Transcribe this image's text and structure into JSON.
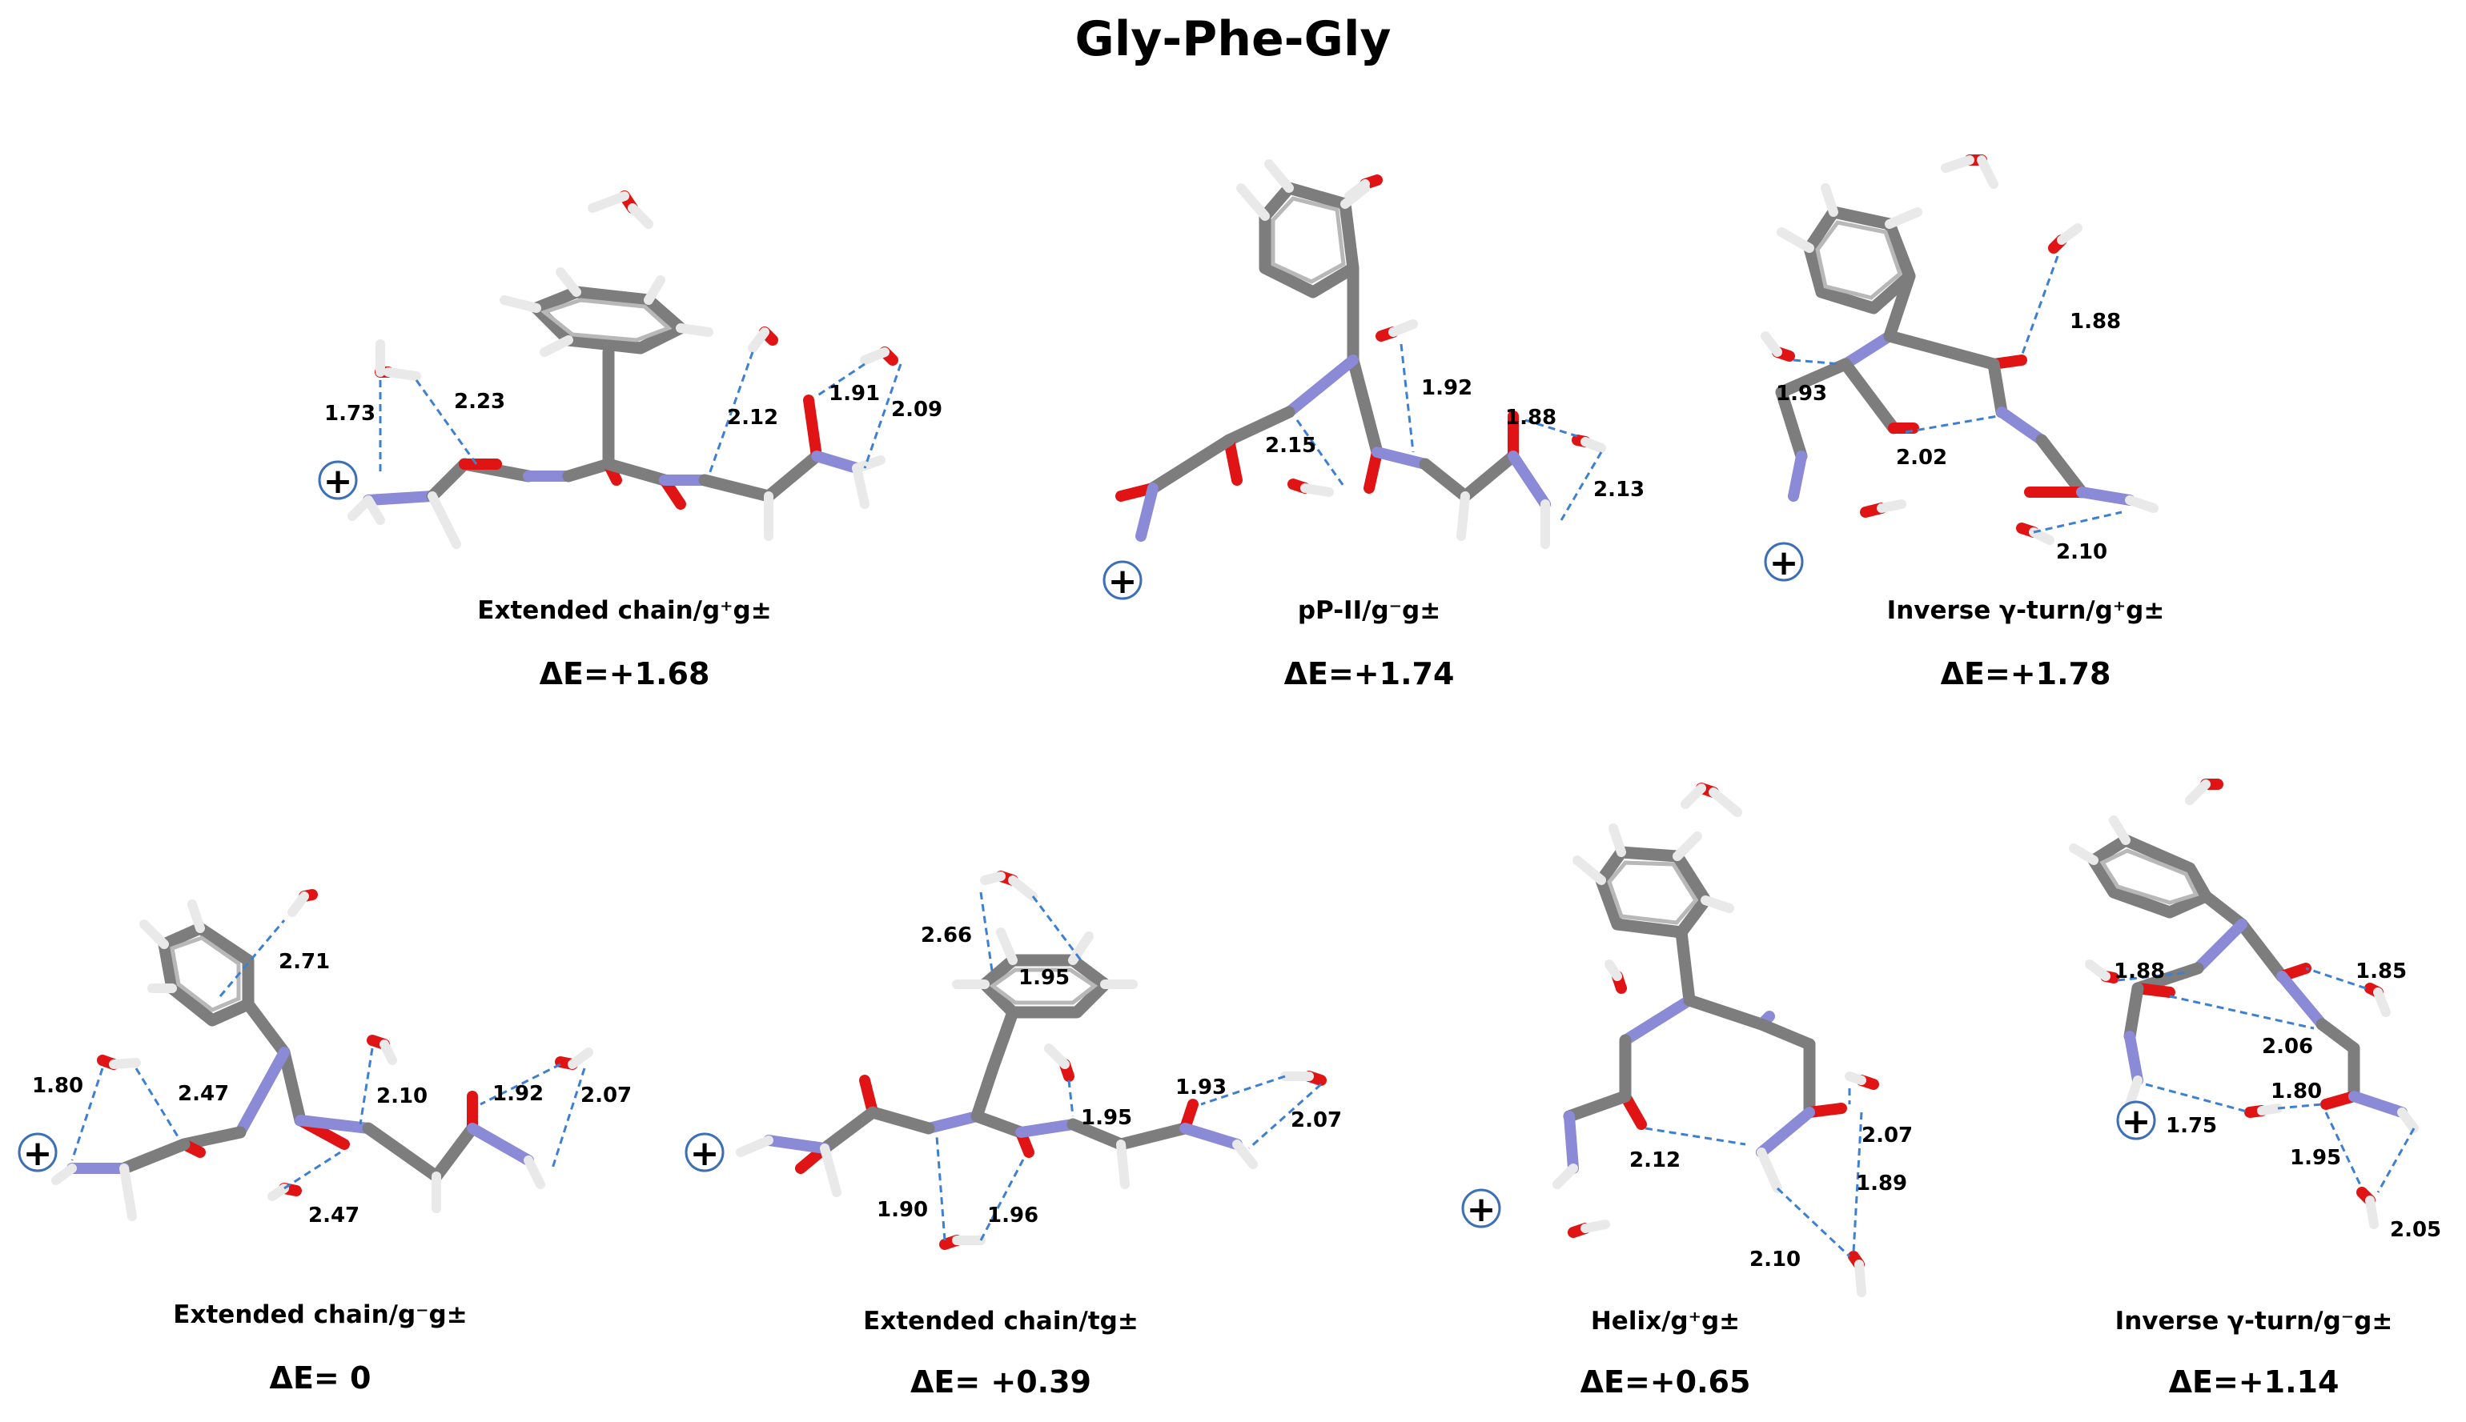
{
  "title": "Gly-Phe-Gly",
  "panels": [
    {
      "id": "p1",
      "caption": "Extended chain/g⁺g±",
      "energy": "ΔE=+1.68",
      "distances": [
        "1.73",
        "2.23",
        "2.12",
        "1.91",
        "2.09"
      ]
    },
    {
      "id": "p2",
      "caption": "pP-II/g⁻g±",
      "energy": "ΔE=+1.74",
      "distances": [
        "1.92",
        "1.88",
        "2.15",
        "2.13"
      ]
    },
    {
      "id": "p3",
      "caption": "Inverse γ-turn/g⁺g±",
      "energy": "ΔE=+1.78",
      "distances": [
        "1.88",
        "1.93",
        "2.02",
        "2.10"
      ]
    },
    {
      "id": "p4",
      "caption": "Extended chain/g⁻g±",
      "energy": "ΔE= 0",
      "distances": [
        "2.71",
        "1.80",
        "2.47",
        "2.10",
        "1.92",
        "2.07",
        "2.47"
      ]
    },
    {
      "id": "p5",
      "caption": "Extended chain/tg±",
      "energy": "ΔE= +0.39",
      "distances": [
        "2.66",
        "1.95",
        "1.93",
        "1.95",
        "2.07",
        "1.90",
        "1.96"
      ]
    },
    {
      "id": "p6",
      "caption": "Helix/g⁺g±",
      "energy": "ΔE=+0.65",
      "distances": [
        "2.07",
        "2.12",
        "1.89",
        "2.10"
      ]
    },
    {
      "id": "p7",
      "caption": "Inverse γ-turn/g⁻g±",
      "energy": "ΔE=+1.14",
      "distances": [
        "1.88",
        "1.85",
        "2.06",
        "1.80",
        "1.75",
        "1.95",
        "2.05"
      ]
    }
  ],
  "charge_symbol": "+",
  "colors": {
    "carbon": "#7d7d7d",
    "nitrogen": "#8a8ad6",
    "oxygen": "#e01414",
    "hydrogen": "#e9e9e9",
    "hbond": "#3d7fd1"
  }
}
